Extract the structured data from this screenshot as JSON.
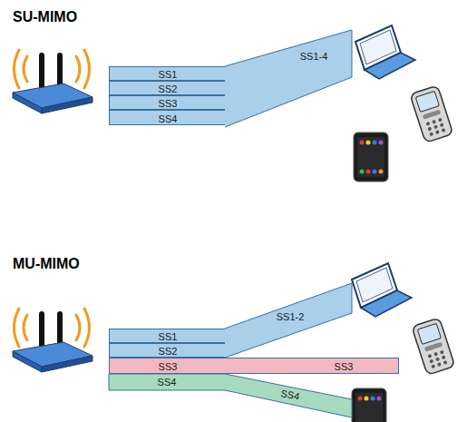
{
  "diagram": {
    "nodes": [
      {
        "text": [
          "SS1"
        ]
      },
      {
        "text": [
          "SS2"
        ]
      },
      {
        "text": [
          "SS3"
        ]
      },
      {
        "text": [
          "SS4"
        ]
      },
      {
        "text": [
          "SS1-4"
        ]
      },
      {
        "text": [
          "SS1"
        ]
      },
      {
        "text": [
          "SS2"
        ]
      },
      {
        "text": [
          "SS1-2"
        ]
      },
      {
        "text": [
          "SS3",
          "SS3"
        ]
      },
      {
        "text": [
          "SS4",
          "SS4"
        ]
      }
    ],
    "labels": [
      "SU-MIMO",
      "MU-MIMO"
    ]
  }
}
